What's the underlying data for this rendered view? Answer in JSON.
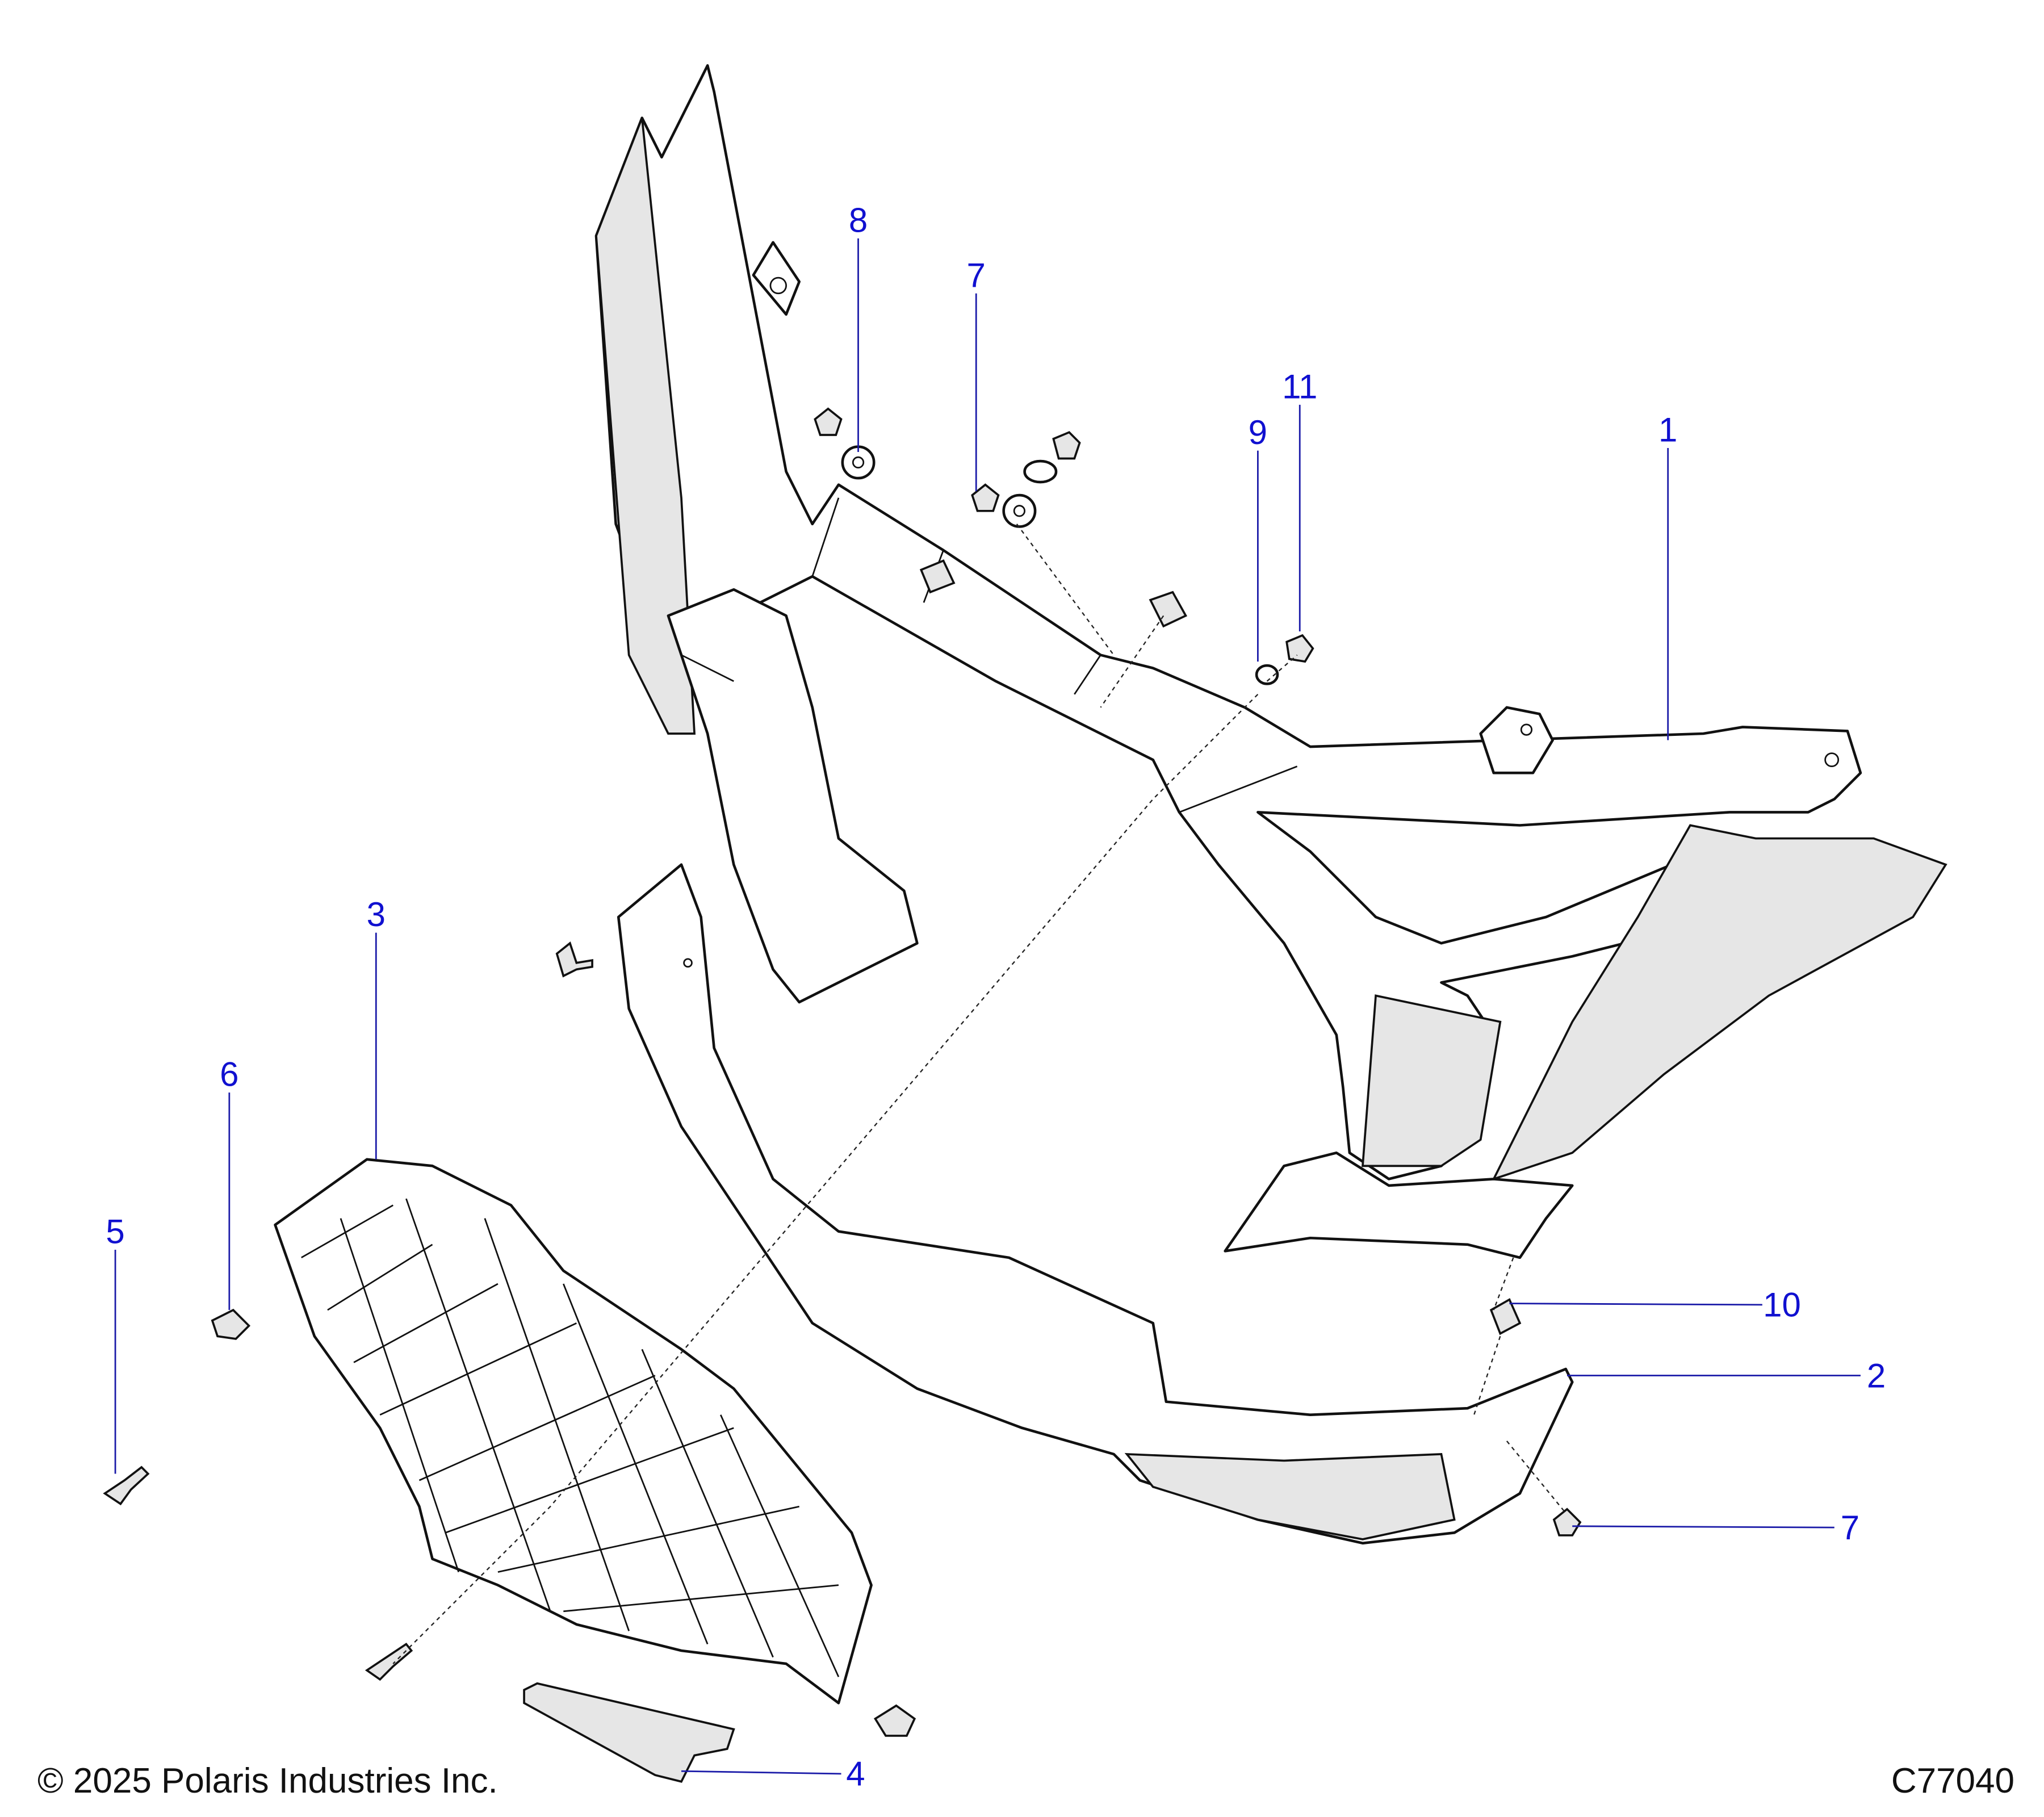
{
  "callouts": [
    {
      "id": "c8",
      "label": "8"
    },
    {
      "id": "c7a",
      "label": "7"
    },
    {
      "id": "c11",
      "label": "11"
    },
    {
      "id": "c9",
      "label": "9"
    },
    {
      "id": "c1",
      "label": "1"
    },
    {
      "id": "c3",
      "label": "3"
    },
    {
      "id": "c6",
      "label": "6"
    },
    {
      "id": "c5",
      "label": "5"
    },
    {
      "id": "c10",
      "label": "10"
    },
    {
      "id": "c2",
      "label": "2"
    },
    {
      "id": "c7b",
      "label": "7"
    },
    {
      "id": "c4",
      "label": "4"
    }
  ],
  "footer": {
    "copyright": "© 2025 Polaris Industries Inc.",
    "figure_id": "C77040"
  },
  "colors": {
    "callout": "#1010d0",
    "line": "#111111"
  }
}
